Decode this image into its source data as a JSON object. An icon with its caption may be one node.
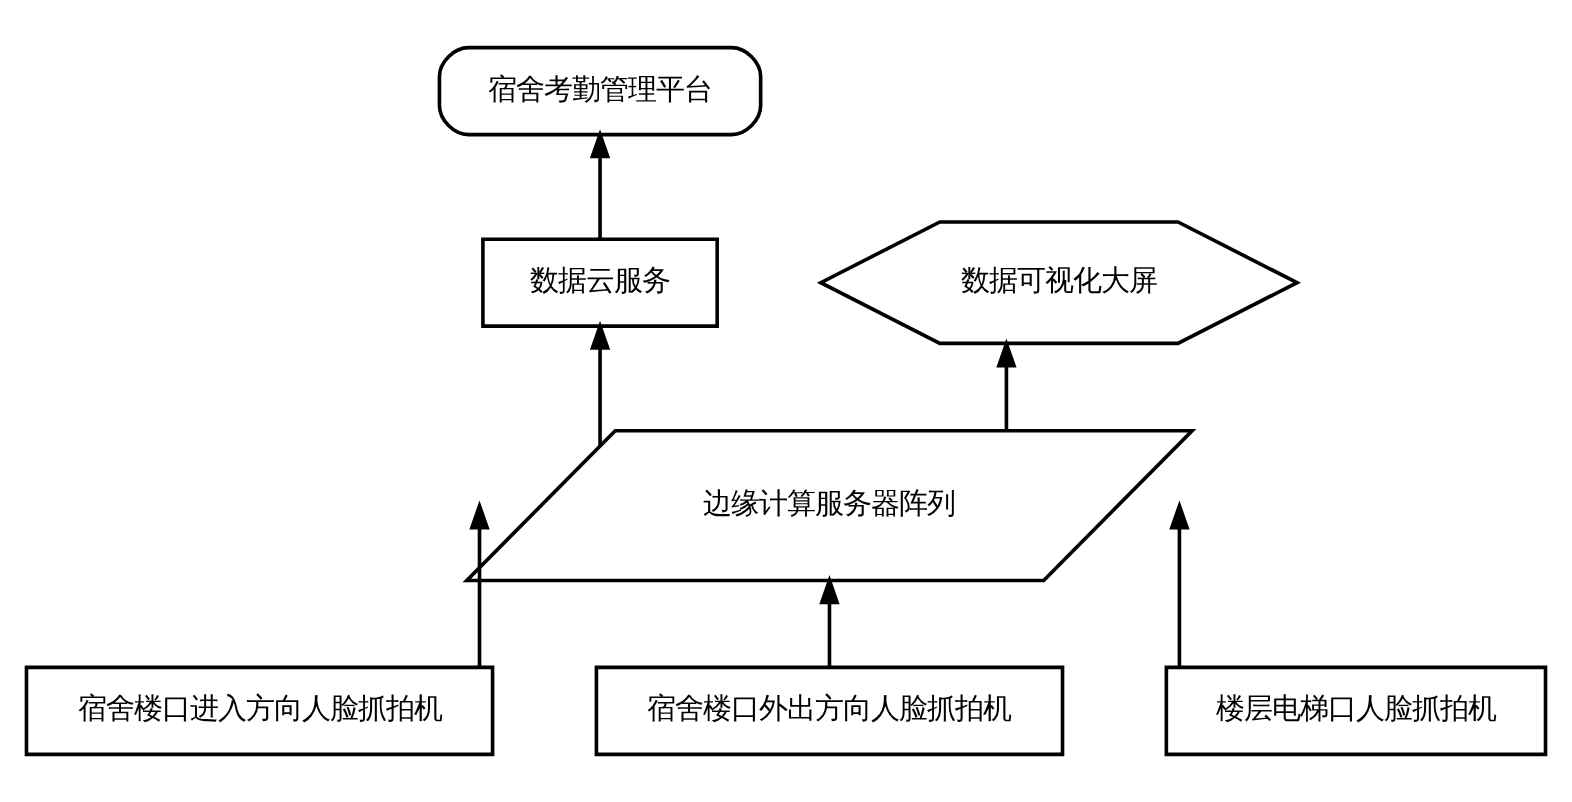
{
  "diagram": {
    "nodes": [
      {
        "text": [
          "宿舍考勤管理平台"
        ]
      },
      {
        "text": [
          "数据云服务"
        ]
      },
      {
        "text": [
          "数据可视化大屏"
        ]
      },
      {
        "text": [
          "边缘计算服务器阵列"
        ]
      },
      {
        "text": [
          "宿舍楼口进入方向人脸抓拍机"
        ]
      },
      {
        "text": [
          "宿舍楼口外出方向人脸抓拍机"
        ]
      },
      {
        "text": [
          "楼层电梯口人脸抓拍机"
        ]
      }
    ],
    "edges": [
      {
        "from": 4,
        "to": 3,
        "arrow": "to"
      },
      {
        "from": 5,
        "to": 3,
        "arrow": "to"
      },
      {
        "from": 6,
        "to": 3,
        "arrow": "to"
      },
      {
        "from": 3,
        "to": 1,
        "arrow": "to"
      },
      {
        "from": 1,
        "to": 0,
        "arrow": "to"
      },
      {
        "from": 3,
        "to": 2,
        "arrow": "to"
      }
    ]
  }
}
